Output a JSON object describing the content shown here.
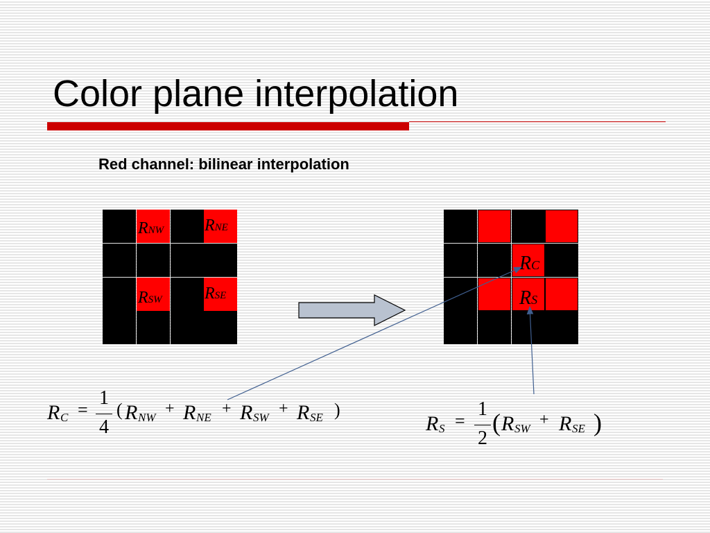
{
  "slide": {
    "title": "Color plane interpolation",
    "subtitle": "Red channel: bilinear interpolation"
  },
  "colors": {
    "accent": "#cc0000",
    "pixel_red": "#ff0000",
    "pixel_black": "#000000",
    "arrow_fill": "#b9c2d0",
    "connector": "#3f5e8f"
  },
  "left_grid": {
    "cells": [
      [
        "black",
        "red",
        "black",
        "red"
      ],
      [
        "black",
        "black",
        "black",
        "black"
      ],
      [
        "black",
        "red",
        "black",
        "red"
      ],
      [
        "black",
        "black",
        "black",
        "black"
      ]
    ],
    "labels": {
      "nw": {
        "base": "R",
        "sub": "NW"
      },
      "ne": {
        "base": "R",
        "sub": "NE"
      },
      "sw": {
        "base": "R",
        "sub": "SW"
      },
      "se": {
        "base": "R",
        "sub": "SE"
      }
    }
  },
  "right_grid": {
    "cells": [
      [
        "black",
        "red",
        "black",
        "red"
      ],
      [
        "black",
        "black",
        "red",
        "black"
      ],
      [
        "black",
        "red",
        "red",
        "red"
      ],
      [
        "black",
        "black",
        "black",
        "black"
      ]
    ],
    "labels": {
      "c": {
        "base": "R",
        "sub": "C"
      },
      "s": {
        "base": "R",
        "sub": "S"
      }
    }
  },
  "formula_c": {
    "lhs": "R",
    "lhs_sub": "C",
    "eq": "=",
    "num": "1",
    "den": "4",
    "open": "(",
    "close": ")",
    "terms": [
      {
        "base": "R",
        "sub": "NW"
      },
      {
        "base": "R",
        "sub": "NE"
      },
      {
        "base": "R",
        "sub": "SW"
      },
      {
        "base": "R",
        "sub": "SE"
      }
    ],
    "plus": "+"
  },
  "formula_s": {
    "lhs": "R",
    "lhs_sub": "S",
    "eq": "=",
    "num": "1",
    "den": "2",
    "open": "(",
    "close": ")",
    "terms": [
      {
        "base": "R",
        "sub": "SW"
      },
      {
        "base": "R",
        "sub": "SE"
      }
    ],
    "plus": "+"
  }
}
